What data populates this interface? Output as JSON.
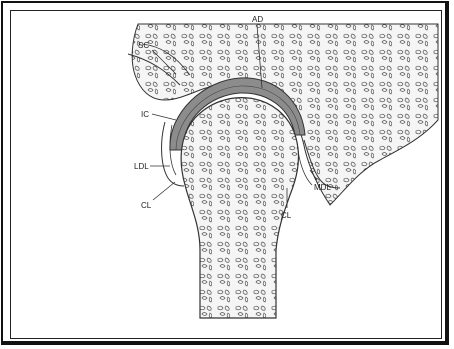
{
  "figure": {
    "labels": {
      "ad": "AD",
      "sc": "SC",
      "ic": "IC",
      "ldl": "LDL",
      "cl_left": "CL",
      "cl_right": "CL",
      "mdl": "MDL"
    },
    "colors": {
      "bone_fill": "#f2f2f2",
      "cartilage_fill": "#8c8c8c",
      "stroke": "#333333",
      "frame": "#111111"
    }
  }
}
